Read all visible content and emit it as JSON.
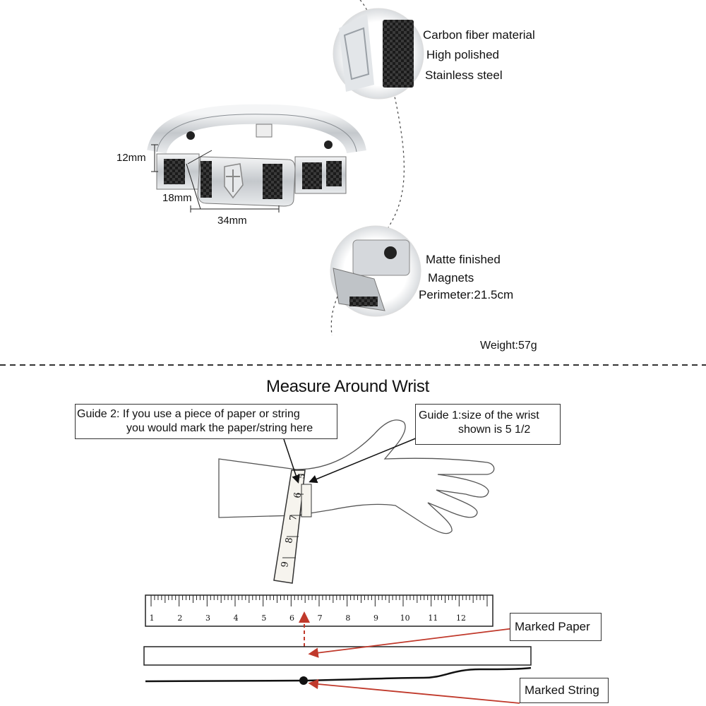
{
  "bracelet": {
    "dimensions": {
      "height": "12mm",
      "width": "18mm",
      "length": "34mm"
    }
  },
  "callout_top": {
    "lines": [
      "Carbon fiber material",
      "High polished",
      "Stainless steel"
    ]
  },
  "callout_bottom": {
    "lines": [
      "Matte finished",
      "Magnets",
      "Perimeter:21.5cm"
    ]
  },
  "weight": "Weight:57g",
  "measure": {
    "title": "Measure Around Wrist",
    "guide2": [
      "Guide 2: If you use a piece of paper or string",
      "you would mark the paper/string here"
    ],
    "guide1": [
      "Guide 1:size of the wrist",
      "shown is 5 1/2"
    ],
    "tape_numbers": [
      "5",
      "6",
      "7",
      "8",
      "9"
    ],
    "ruler_numbers": [
      "1",
      "2",
      "3",
      "4",
      "5",
      "6",
      "7",
      "8",
      "9",
      "10",
      "11",
      "12"
    ],
    "marked_paper": "Marked Paper",
    "marked_string": "Marked String"
  },
  "colors": {
    "accent_red": "#c0392b",
    "line": "#222222",
    "steel": "#c9cdd1",
    "carbon": "#1a1a1a"
  }
}
